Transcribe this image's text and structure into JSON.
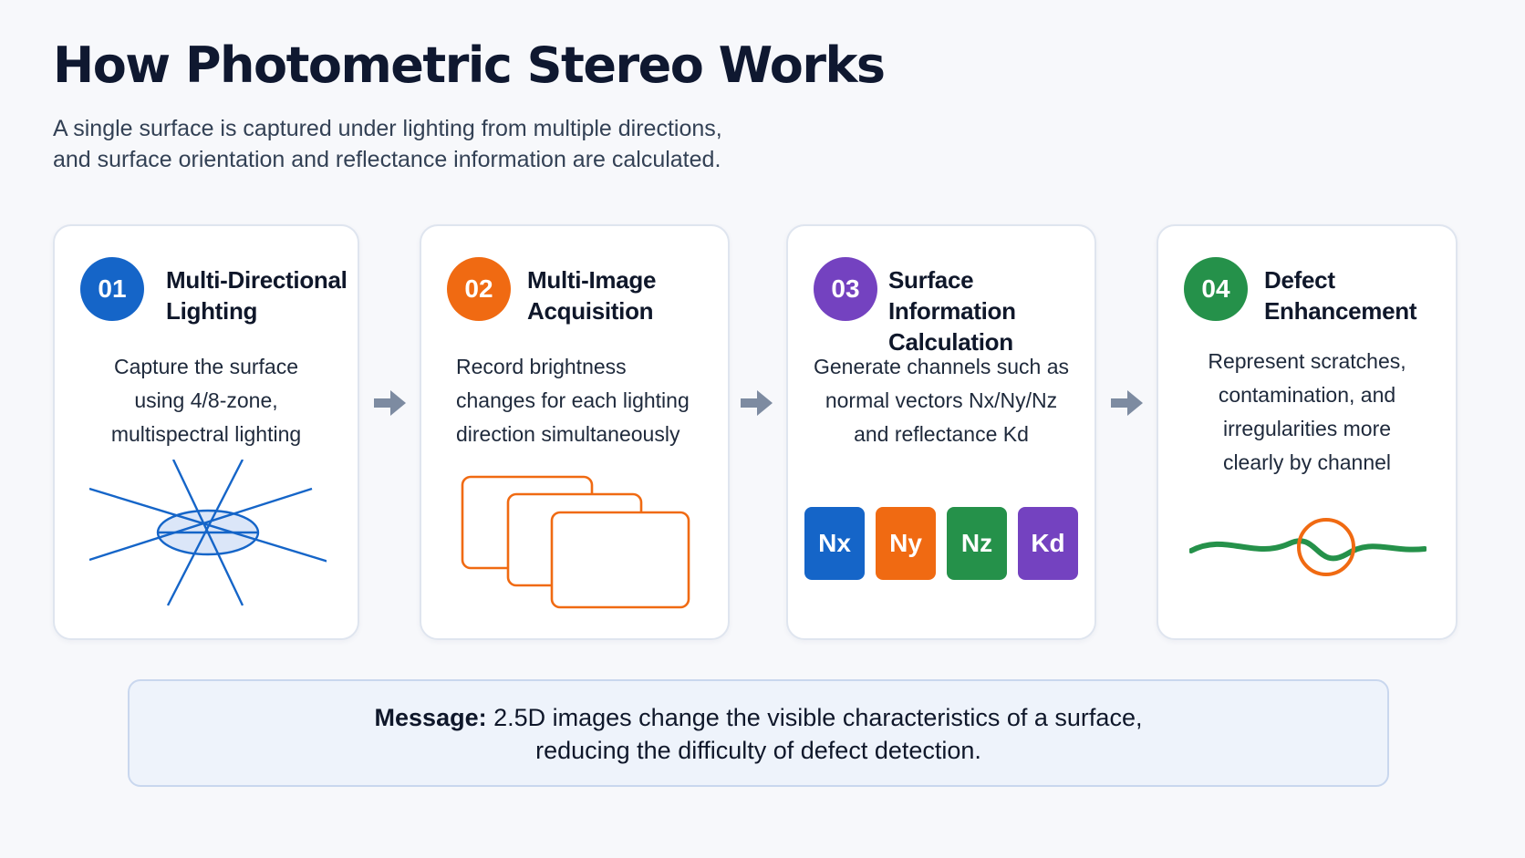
{
  "header": {
    "title": "How Photometric Stereo Works",
    "subtitle_lines": [
      "A single surface is captured under lighting from multiple directions,",
      "and surface orientation and reflectance information are calculated."
    ]
  },
  "colors": {
    "blue": "#1565c8",
    "orange": "#f06a12",
    "purple": "#7442c0",
    "green": "#25914a",
    "arrow": "#7d8ba1"
  },
  "steps": [
    {
      "number": "01",
      "title_lines": [
        "Multi-Directional",
        "Lighting"
      ],
      "desc_lines": [
        "Capture the surface",
        "using 4/8-zone,",
        "multispectral lighting"
      ],
      "illustration": "light-rays-icon"
    },
    {
      "number": "02",
      "title_lines": [
        "Multi-Image",
        "Acquisition"
      ],
      "desc_lines": [
        "Record brightness",
        "changes for each lighting",
        "direction simultaneously"
      ],
      "illustration": "stacked-frames-icon"
    },
    {
      "number": "03",
      "title_lines": [
        "Surface Information",
        "Calculation"
      ],
      "desc_lines": [
        "Generate channels such as",
        "normal vectors Nx/Ny/Nz",
        "and reflectance Kd"
      ],
      "channels": [
        "Nx",
        "Ny",
        "Nz",
        "Kd"
      ]
    },
    {
      "number": "04",
      "title_lines": [
        "Defect",
        "Enhancement"
      ],
      "desc_lines": [
        "Represent scratches,",
        "contamination, and",
        "irregularities more",
        "clearly by channel"
      ],
      "illustration": "defect-wave-icon"
    }
  ],
  "message": {
    "label": "Message:",
    "line1": "2.5D images change the visible characteristics of a surface,",
    "line2": "reducing the difficulty of defect detection."
  }
}
